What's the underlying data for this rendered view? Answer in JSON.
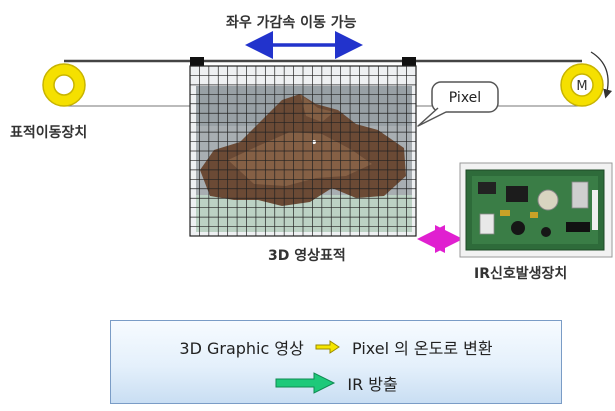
{
  "labels": {
    "top_caption": "좌우 가감속 이동 가능",
    "left_device": "표적이동장치",
    "motor": "M",
    "pixel_callout": "Pixel",
    "target_prefix": "3D",
    "target_suffix": " 영상표적",
    "ir_prefix": "IR",
    "ir_suffix": "신호발생장치"
  },
  "summary": {
    "line1_a": "3D Graphic 영상",
    "line1_b": "Pixel 의 온도로  변환",
    "line2": "IR 방출"
  },
  "colors": {
    "rail": "#444444",
    "pulley": "#f5e000",
    "horizontal_arrow": "#2233cc",
    "link_arrow": "#e020d0",
    "flow_arrow": "#1ec97a",
    "grid_line": "#222222",
    "box_border": "#7a9cc6"
  }
}
